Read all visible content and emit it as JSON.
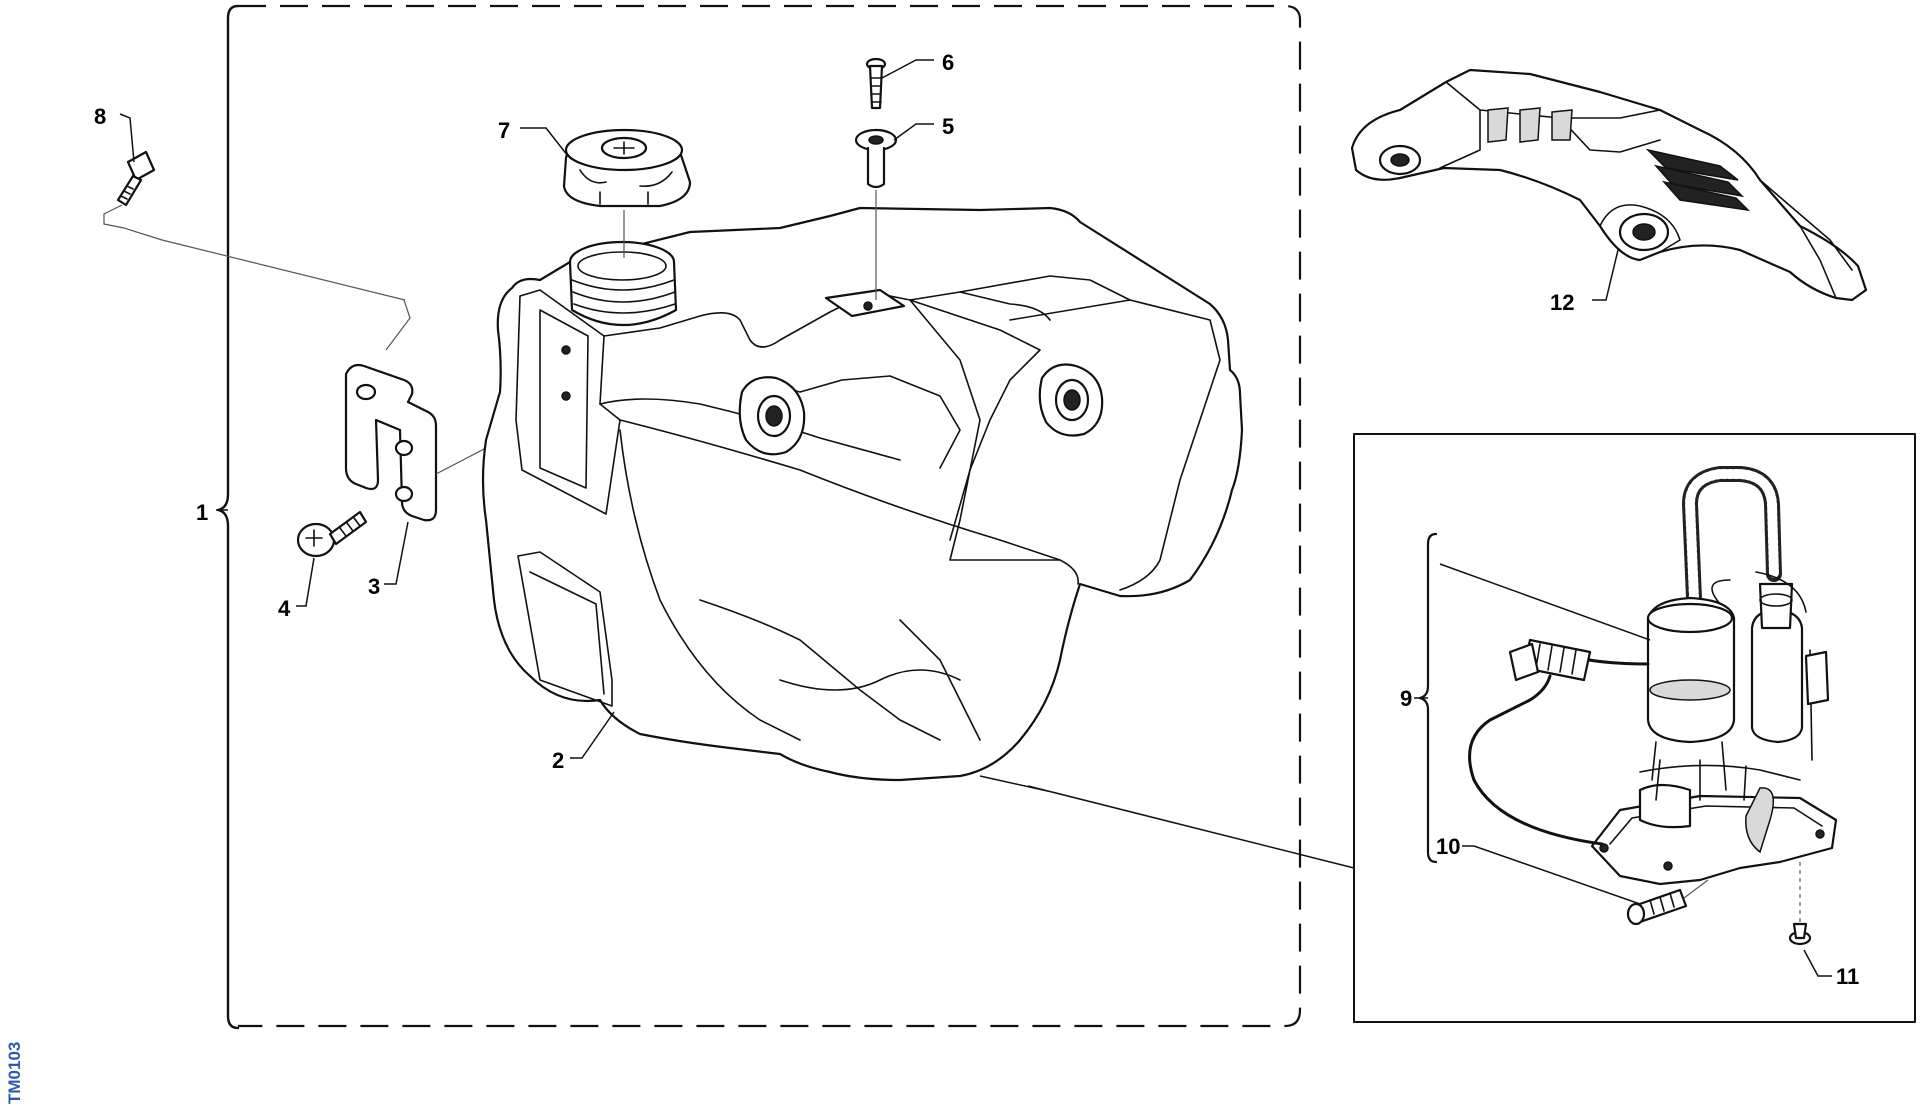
{
  "callouts": {
    "c1": "1",
    "c2": "2",
    "c3": "3",
    "c4": "4",
    "c5": "5",
    "c6": "6",
    "c7": "7",
    "c8": "8",
    "c9": "9",
    "c10": "10",
    "c11": "11",
    "c12": "12"
  },
  "reference_code": "TM0103",
  "colors": {
    "line": "#111111",
    "ref_code": "#2e5aa8",
    "background": "#ffffff"
  }
}
